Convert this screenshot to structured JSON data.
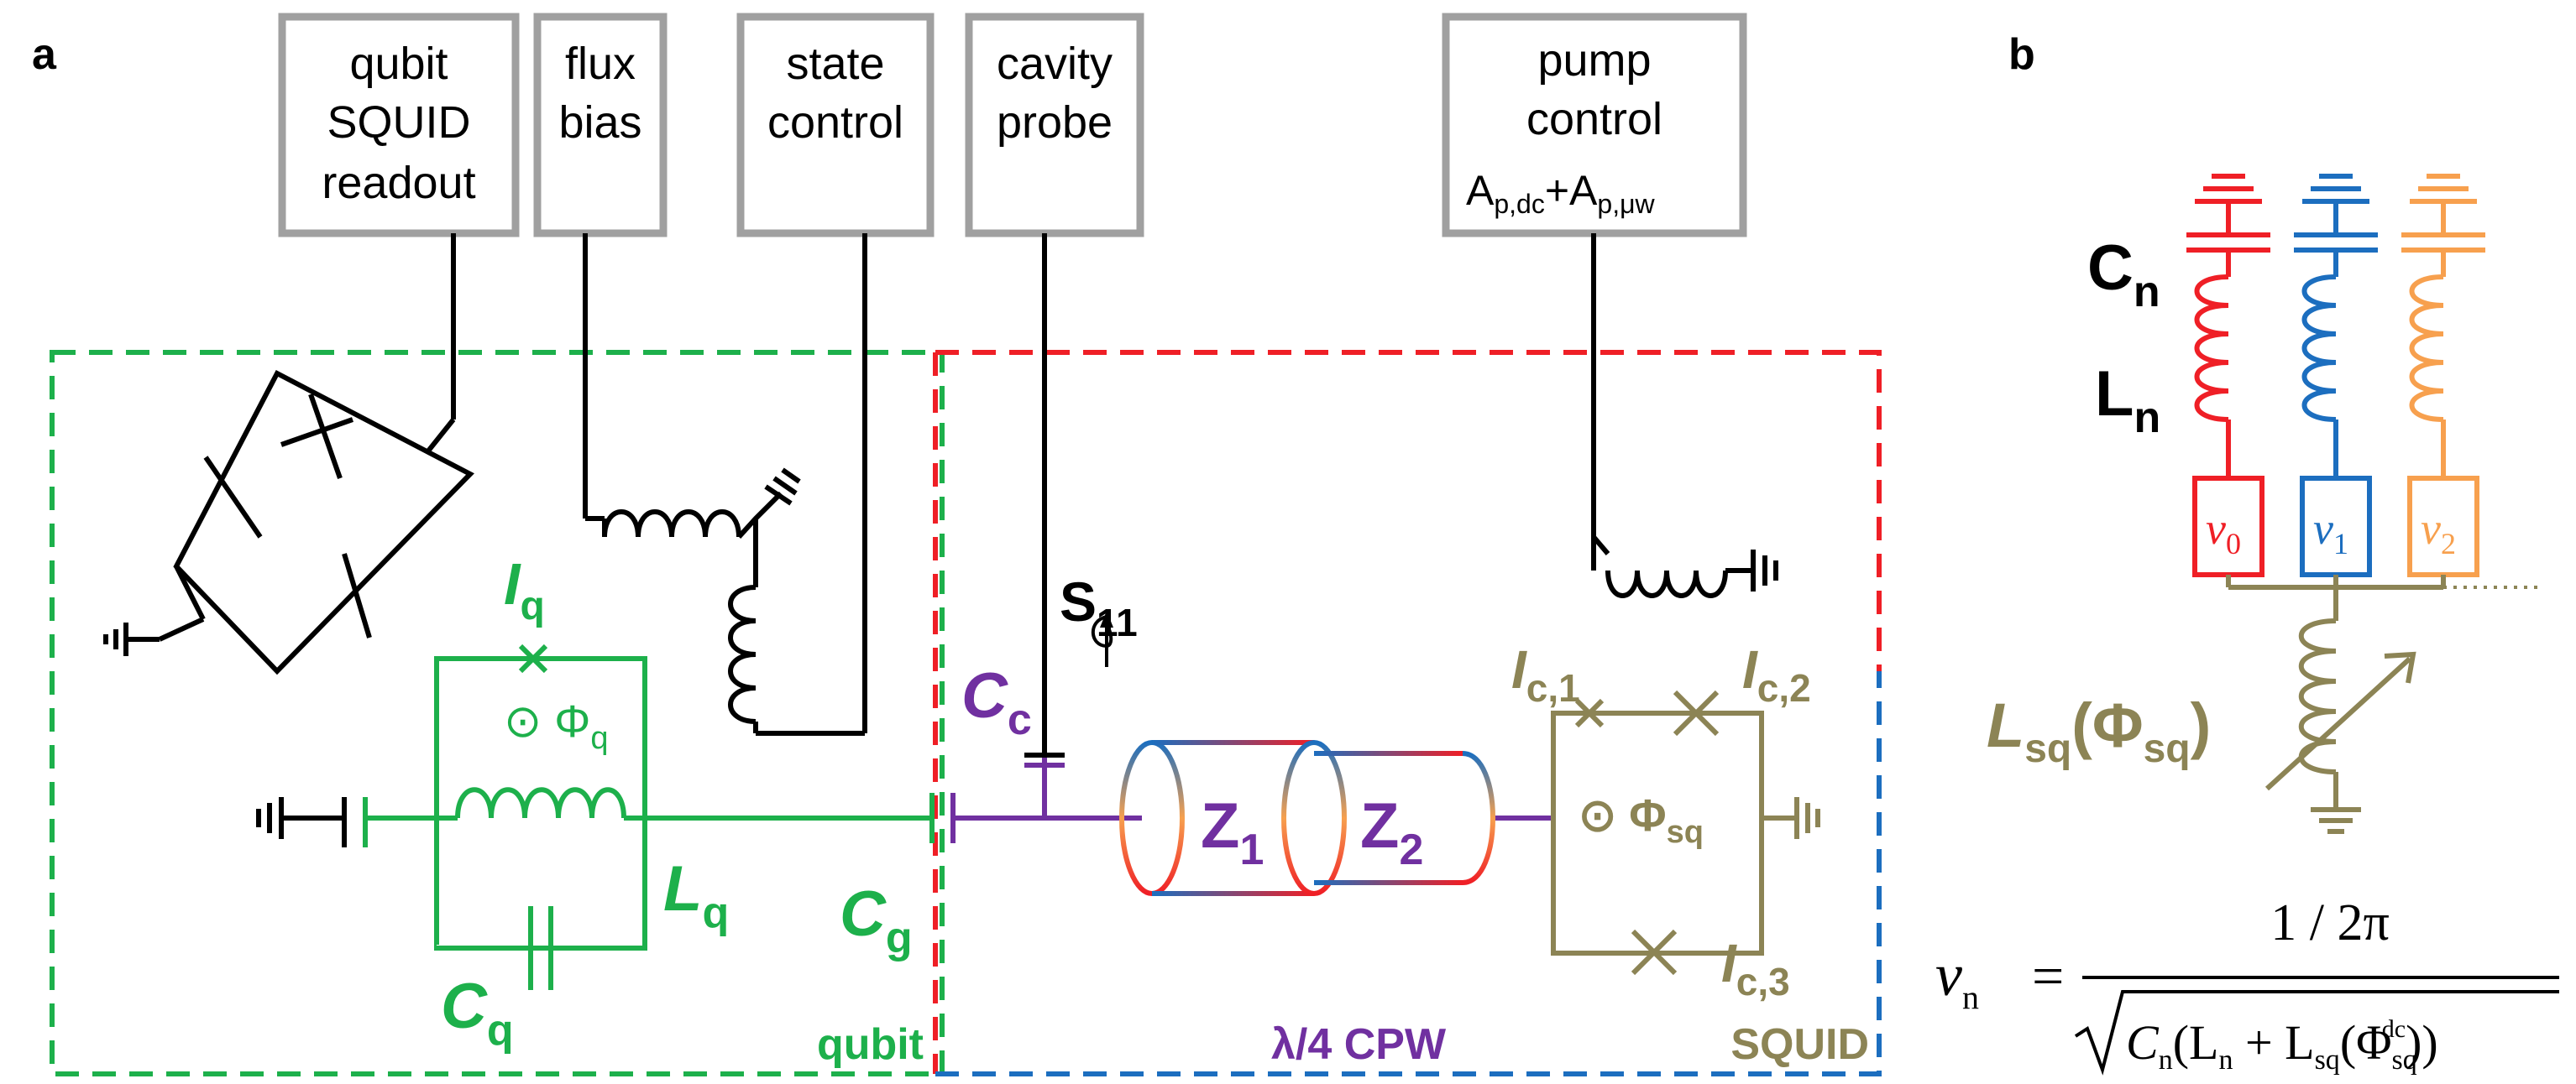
{
  "panels": {
    "a": "a",
    "b": "b"
  },
  "colors": {
    "black": "#000000",
    "box_gray": "#a0a0a0",
    "green": "#1db04b",
    "red": "#ef1f26",
    "blue": "#1c6ebf",
    "orange": "#f7a04e",
    "purple": "#7030a0",
    "olive": "#8c8455"
  },
  "control_boxes": [
    {
      "id": "qubit-squid-readout",
      "lines": [
        "qubit",
        "SQUID",
        "readout"
      ]
    },
    {
      "id": "flux-bias",
      "lines": [
        "flux",
        "bias"
      ]
    },
    {
      "id": "state-control",
      "lines": [
        "state",
        "control"
      ]
    },
    {
      "id": "cavity-probe",
      "lines": [
        "cavity",
        "probe"
      ]
    },
    {
      "id": "pump-control",
      "lines": [
        "pump",
        "control",
        "A",
        "p,dc",
        "+A",
        "p,μw"
      ]
    }
  ],
  "labels_a": {
    "Iq": "I",
    "Iq_sub": "q",
    "phi_q": "⊙ Φ",
    "phi_q_sub": "q",
    "Lq": "L",
    "Lq_sub": "q",
    "Cq": "C",
    "Cq_sub": "q",
    "Cg": "C",
    "Cg_sub": "g",
    "Cc": "C",
    "Cc_sub": "c",
    "S11": "S",
    "S11_sub": "11",
    "Z1": "Z",
    "Z1_sub": "1",
    "Z2": "Z",
    "Z2_sub": "2",
    "Ic1": "I",
    "Ic1_sub": "c,1",
    "Ic2": "I",
    "Ic2_sub": "c,2",
    "Ic3": "I",
    "Ic3_sub": "c,3",
    "phi_sq": "⊙ Φ",
    "phi_sq_sub": "sq",
    "region_qubit": "qubit",
    "region_cpw": "λ/4 CPW",
    "region_squid": "SQUID"
  },
  "labels_b": {
    "Cn": "C",
    "Cn_sub": "n",
    "Ln": "L",
    "Ln_sub": "n",
    "nu0": "ν",
    "nu0_sub": "0",
    "nu1": "ν",
    "nu1_sub": "1",
    "nu2": "ν",
    "nu2_sub": "2",
    "Lsq": "L",
    "Lsq_sub": "sq",
    "Lsq_arg": "(Φ",
    "Lsq_arg_sub": "sq",
    "Lsq_close": ")"
  },
  "formula": {
    "lhs": "ν",
    "lhs_sub": "n",
    "eq": "=",
    "numerator": "1 / 2π",
    "den_C": "C",
    "den_C_sub": "n",
    "den_open": "(L",
    "den_L_sub": "n",
    "den_plus": " + L",
    "den_Lsq_sub": "sq",
    "den_phi": "(Φ",
    "den_phi_sub": "sq",
    "den_phi_sup": "dc",
    "den_close": "))"
  }
}
